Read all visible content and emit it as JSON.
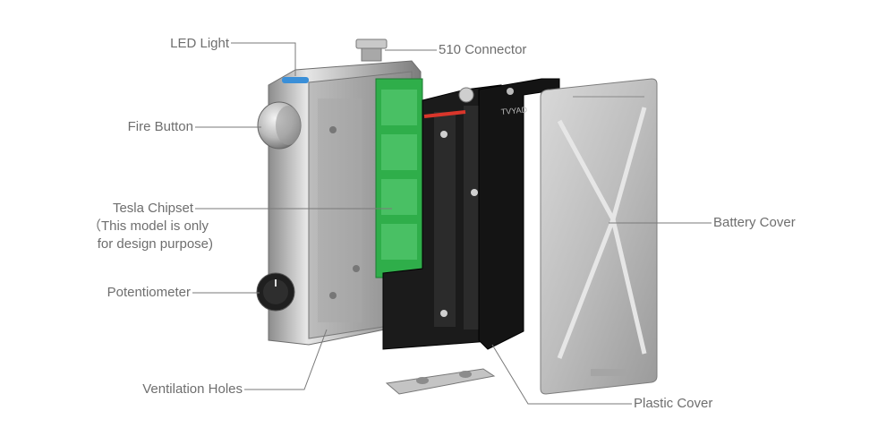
{
  "labels": {
    "led_light": "LED Light",
    "connector_510": "510 Connector",
    "fire_button": "Fire Button",
    "tesla_chipset": "Tesla Chipset",
    "chipset_note_line1": "（This model is only",
    "chipset_note_line2": "for design purpose)",
    "potentiometer": "Potentiometer",
    "ventilation_holes": "Ventilation Holes",
    "battery_cover": "Battery Cover",
    "plastic_cover": "Plastic Cover"
  },
  "engraving": "TVYAD",
  "colors": {
    "steel": "#c9c9c9",
    "steel_dark": "#8f8f8f",
    "frame_black": "#1b1b1b",
    "pcb_green": "#2fae4a",
    "led_blue": "#3a8fd8",
    "label_text": "#6e6e6e",
    "leader_line": "#7a7a7a"
  }
}
